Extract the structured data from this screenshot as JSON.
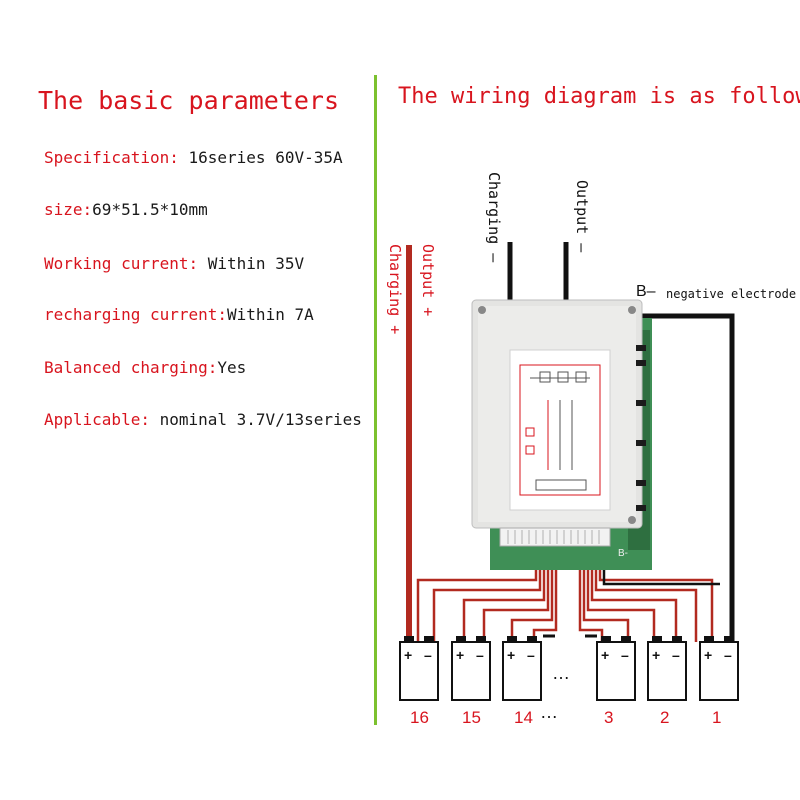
{
  "left": {
    "title": "The basic parameters",
    "params": [
      {
        "label": "Specification: ",
        "value": "16series 60V-35A"
      },
      {
        "label": "size:",
        "value": "69*51.5*10mm"
      },
      {
        "label": "Working current: ",
        "value": "Within 35V"
      },
      {
        "label": "recharging current:",
        "value": "Within 7A"
      },
      {
        "label": "Balanced charging:",
        "value": "Yes"
      },
      {
        "label": "Applicable: ",
        "value": "nominal 3.7V/13series"
      }
    ]
  },
  "right": {
    "title": "The wiring diagram is as follows",
    "charging_plus": "Charging +",
    "output_plus": "Output +",
    "charging_minus": "Charging –",
    "output_minus": "Output –",
    "b_minus": "B–",
    "negative_electrode": "negative electrode",
    "cell_numbers": [
      "16",
      "15",
      "14",
      "3",
      "2",
      "1"
    ],
    "ellipsis": "…",
    "board_label": "B-"
  },
  "colors": {
    "accent_red": "#d8141e",
    "divider_green": "#7cc12e",
    "wire_dark_red": "#b22a20",
    "wire_black": "#111111"
  }
}
